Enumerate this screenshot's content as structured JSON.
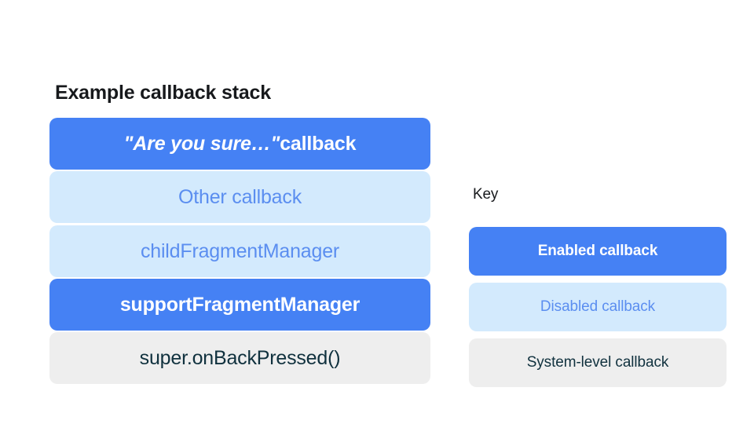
{
  "colors": {
    "background": "#ffffff",
    "enabled_bg": "#4581f4",
    "enabled_text": "#ffffff",
    "disabled_bg": "#d3eafd",
    "disabled_text": "#5b8ef0",
    "system_bg": "#eeeeee",
    "system_text": "#10313e",
    "heading_text": "#17191c"
  },
  "stack": {
    "title": "Example callback stack",
    "bars": [
      {
        "label": "\"Are you sure…\" callback",
        "emphasis": "\"Are you sure…\"",
        "rest": " callback",
        "state": "enabled"
      },
      {
        "label": "Other callback",
        "state": "disabled"
      },
      {
        "label": "childFragmentManager",
        "state": "disabled"
      },
      {
        "label": "supportFragmentManager",
        "state": "enabled"
      },
      {
        "label": "super.onBackPressed()",
        "state": "system"
      }
    ]
  },
  "key": {
    "title": "Key",
    "items": [
      {
        "label": "Enabled callback",
        "state": "enabled"
      },
      {
        "label": "Disabled callback",
        "state": "disabled"
      },
      {
        "label": "System-level callback",
        "state": "system"
      }
    ]
  }
}
